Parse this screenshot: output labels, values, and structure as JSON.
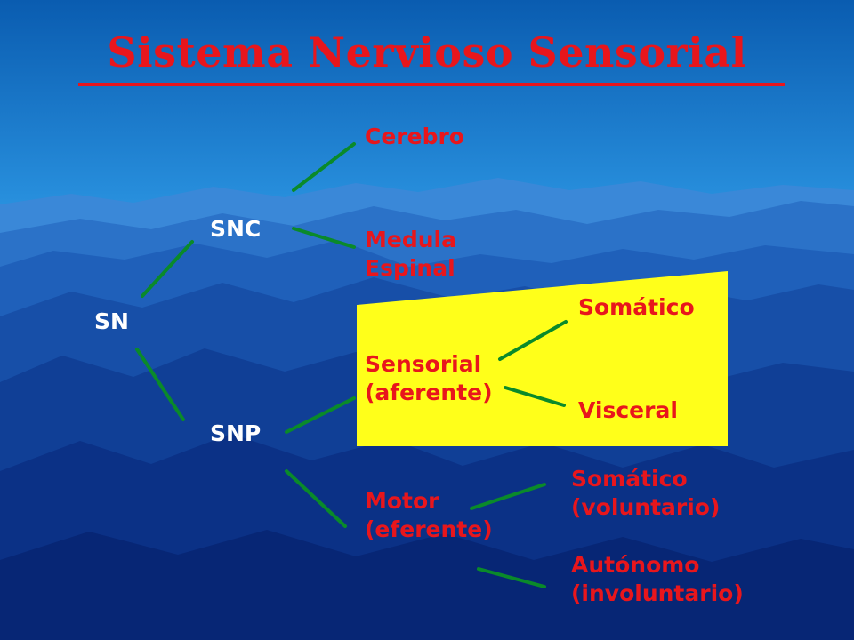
{
  "title": "Sistema Nervioso Sensorial",
  "colors": {
    "title": "#e8161c",
    "accent_text": "#e8161c",
    "white_text": "#ffffff",
    "connector": "#0a8a2a",
    "highlight": "#ffff1a",
    "sky_top": "#0b5fb3",
    "sky_bottom": "#1d8fe0"
  },
  "nodes": {
    "sn": "SN",
    "snc": "SNC",
    "snp": "SNP",
    "cerebro": "Cerebro",
    "medula": [
      "Medula",
      "Espinal"
    ],
    "sensorial": [
      "Sensorial",
      "(aferente)"
    ],
    "motor": [
      "Motor",
      "(eferente)"
    ],
    "somatico_sensorial": "Somático",
    "visceral": "Visceral",
    "somatico_motor": [
      "Somático",
      "(voluntario)"
    ],
    "autonomo": [
      "Autónomo",
      "(involuntario)"
    ]
  }
}
